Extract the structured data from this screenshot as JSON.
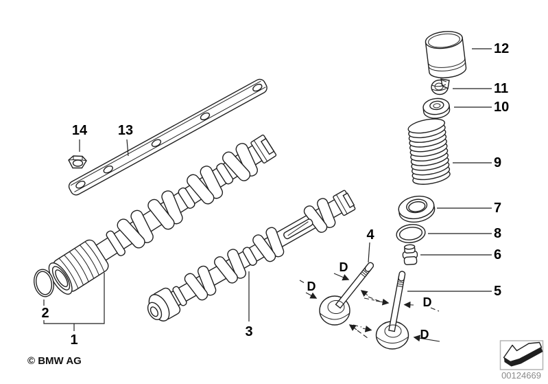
{
  "diagram_type": "exploded-parts-diagram",
  "subject": "valve timing gear - camshaft and valves",
  "copyright": "© BMW AG",
  "document_number": "00124669",
  "dimension_label": "D",
  "callouts": {
    "1": "1",
    "2": "2",
    "3": "3",
    "4": "4",
    "5": "5",
    "6": "6",
    "7": "7",
    "8": "8",
    "9": "9",
    "10": "10",
    "11": "11",
    "12": "12",
    "13": "13",
    "14": "14"
  },
  "colors": {
    "background": "#ffffff",
    "line_art": "#1f1f1f",
    "label_text": "#000000",
    "muted_text": "#8a8a8a",
    "icon_box_border": "#b3b3b3"
  }
}
